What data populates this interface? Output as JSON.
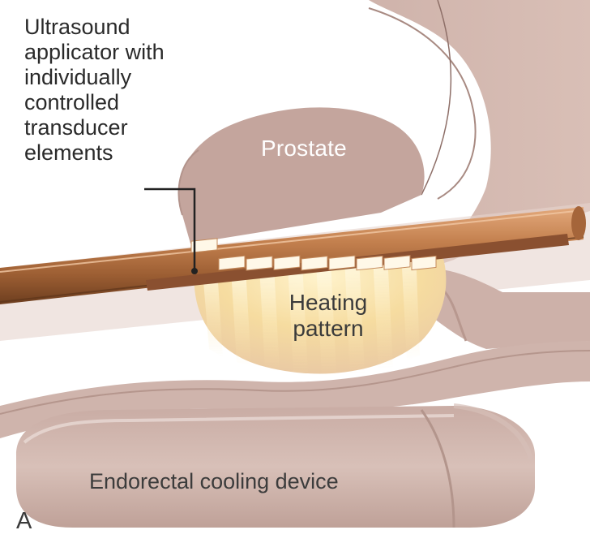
{
  "labels": {
    "applicator": [
      "Ultrasound",
      "applicator with",
      "individually",
      "controlled",
      "transducer",
      "elements"
    ],
    "prostate": "Prostate",
    "heating": [
      "Heating",
      "pattern"
    ],
    "device": "Endorectal cooling device",
    "panel": "A"
  },
  "colors": {
    "tissue": "#cdb0a8",
    "tissue_dark": "#b8988f",
    "prostate": "#c2a39b",
    "applicator_copper": "#b9784a",
    "heating_glow": "#fbe3a6",
    "background": "#ffffff"
  }
}
